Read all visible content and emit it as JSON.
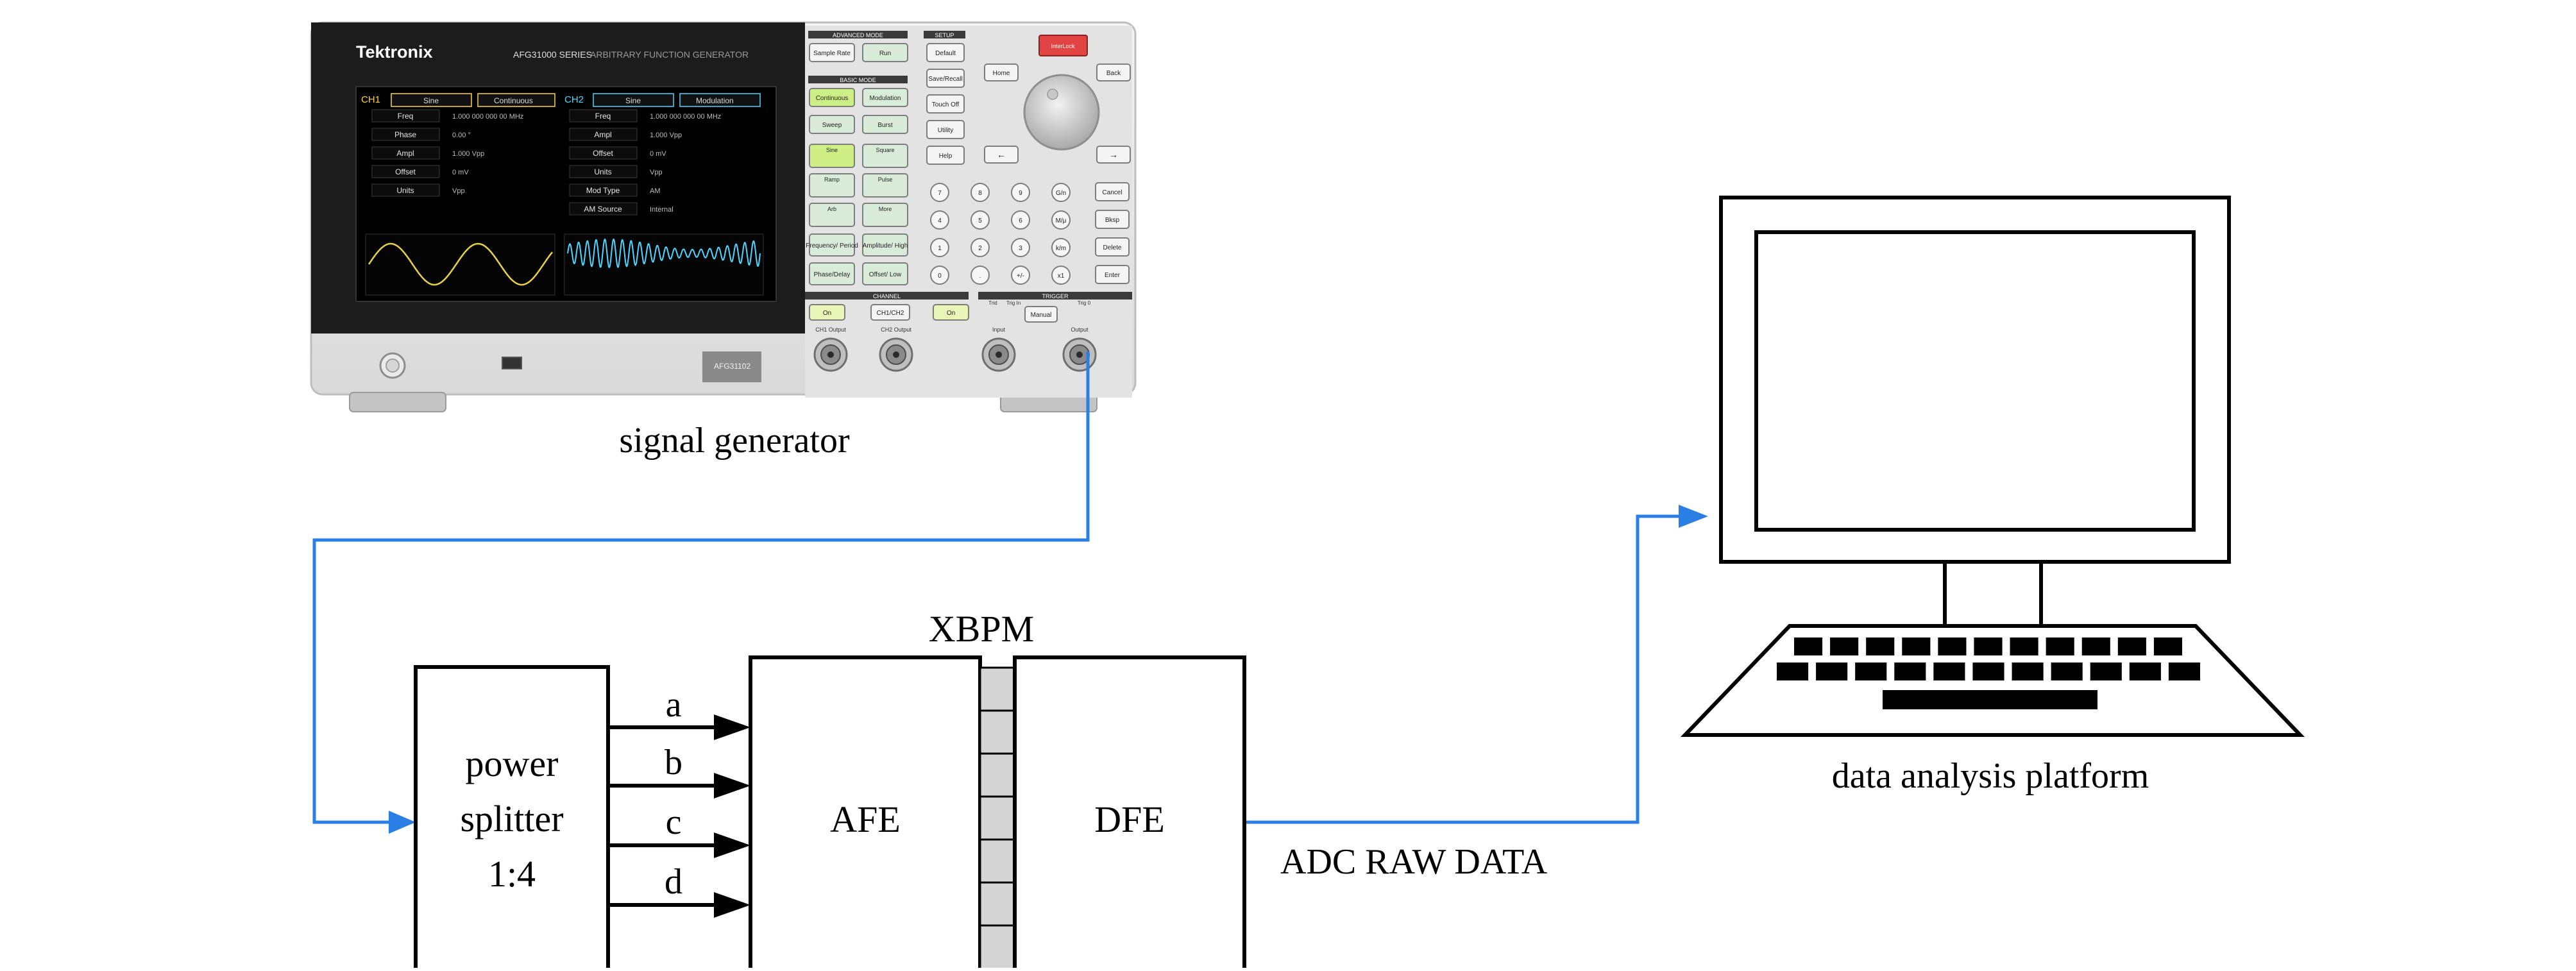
{
  "labels": {
    "signal_generator": "signal generator",
    "xbpm": "XBPM",
    "power_splitter": [
      "power",
      "splitter",
      "1:4"
    ],
    "afe": "AFE",
    "dfe": "DFE",
    "adc_raw_data": "ADC RAW DATA",
    "data_analysis_platform": "data analysis platform",
    "channels": [
      "a",
      "b",
      "c",
      "d"
    ]
  },
  "generator": {
    "brand": "Tektronix",
    "series": "AFG31000 SERIES",
    "subtitle": "ARBITRARY FUNCTION GENERATOR",
    "ch1": {
      "name": "CH1",
      "wave": "Sine",
      "mode": "Continuous",
      "params": [
        {
          "label": "Freq",
          "value": "1.000 000 000 00 MHz"
        },
        {
          "label": "Phase",
          "value": "0.00 °"
        },
        {
          "label": "Ampl",
          "value": "1.000 Vpp"
        },
        {
          "label": "Offset",
          "value": "0 mV"
        },
        {
          "label": "Units",
          "value": "Vpp"
        }
      ]
    },
    "ch2": {
      "name": "CH2",
      "wave": "Sine",
      "mode": "Modulation",
      "params": [
        {
          "label": "Freq",
          "value": "1.000 000 000 00 MHz"
        },
        {
          "label": "Ampl",
          "value": "1.000 Vpp"
        },
        {
          "label": "Offset",
          "value": "0 mV"
        },
        {
          "label": "Units",
          "value": "Vpp"
        },
        {
          "label": "Mod Type",
          "value": "AM"
        },
        {
          "label": "AM Source",
          "value": "Internal"
        }
      ]
    },
    "sections": {
      "advanced": "ADVANCED MODE",
      "basic": "BASIC MODE",
      "setup": "SETUP",
      "channel": "CHANNEL",
      "trigger": "TRIGGER"
    },
    "buttons": {
      "sample_rate": "Sample Rate",
      "run": "Run",
      "continuous": "Continuous",
      "modulation": "Modulation",
      "sweep": "Sweep",
      "burst": "Burst",
      "default": "Default",
      "save_recall": "Save/Recall",
      "touch_off": "Touch Off",
      "utility": "Utility",
      "help": "Help",
      "home": "Home",
      "back": "Back",
      "cancel": "Cancel",
      "bksp": "Bksp",
      "delete": "Delete",
      "enter": "Enter",
      "ch_on": "On",
      "ch1_ch2": "CH1/CH2",
      "ch2_on": "On",
      "manual": "Manual",
      "interlock": "InterLock",
      "freq_period": "Frequency/ Period",
      "ampl_high": "Amplitude/ High",
      "phase_delay": "Phase/Delay",
      "offset_low": "Offset/ Low"
    },
    "waves": [
      "Sine",
      "Square",
      "Ramp",
      "Pulse",
      "Arb",
      "More"
    ],
    "keypad": [
      "7",
      "8",
      "9",
      "G/n",
      "4",
      "5",
      "6",
      "M/μ",
      "1",
      "2",
      "3",
      "k/m",
      "0",
      ".",
      "+/-",
      "x1"
    ],
    "connectors": [
      "CH1 Output",
      "CH2 Output",
      "Input",
      "Output"
    ],
    "trig_labels": [
      "Trid",
      "Trig In",
      "Trig 0"
    ],
    "model": "AFG31102"
  }
}
